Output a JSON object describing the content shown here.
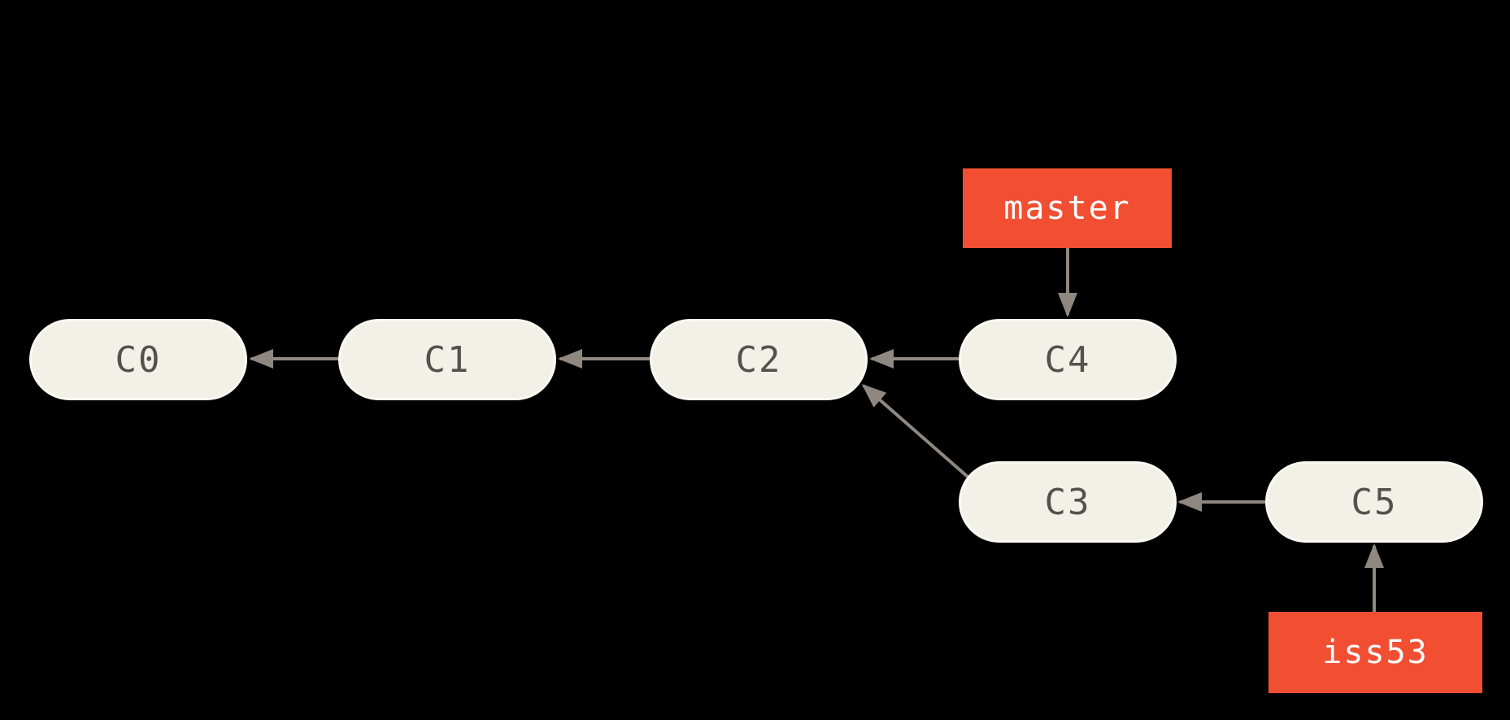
{
  "diagram": {
    "kind": "git-commit-graph",
    "background": "#000000",
    "colors": {
      "node_fill": "#F2F0E7",
      "node_border": "#FAF9F2",
      "node_text": "#57514B",
      "arrow": "#8F8881",
      "branch_fill": "#F14E32",
      "branch_text": "#FFFFFF"
    },
    "commits": {
      "c0": {
        "label": "C0"
      },
      "c1": {
        "label": "C1"
      },
      "c2": {
        "label": "C2"
      },
      "c3": {
        "label": "C3"
      },
      "c4": {
        "label": "C4"
      },
      "c5": {
        "label": "C5"
      }
    },
    "branches": {
      "master": {
        "label": "master",
        "points_to": "C4"
      },
      "iss53": {
        "label": "iss53",
        "points_to": "C5"
      }
    },
    "edges": [
      {
        "from": "C1",
        "to": "C0"
      },
      {
        "from": "C2",
        "to": "C1"
      },
      {
        "from": "C4",
        "to": "C2"
      },
      {
        "from": "C3",
        "to": "C2"
      },
      {
        "from": "C5",
        "to": "C3"
      },
      {
        "from": "master",
        "to": "C4"
      },
      {
        "from": "iss53",
        "to": "C5"
      }
    ]
  }
}
